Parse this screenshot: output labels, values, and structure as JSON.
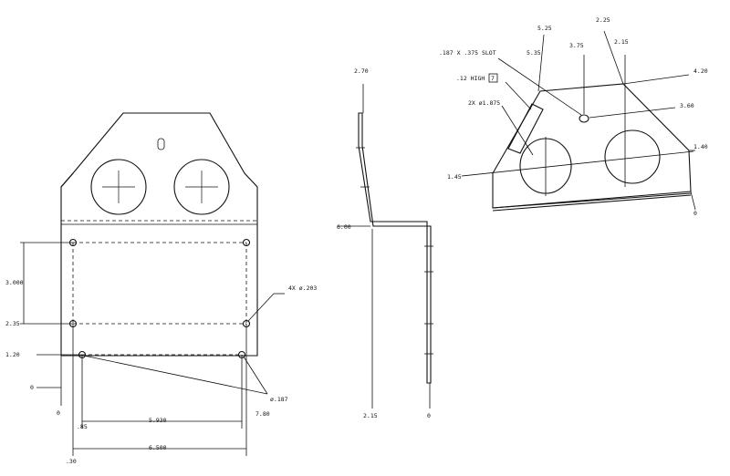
{
  "front_view": {
    "vertical_dims": [
      "3.000",
      "2.35",
      "1.20",
      "0"
    ],
    "horizontal_dims": [
      "0",
      "7.80",
      ".85",
      "5.930",
      "6.500",
      ".30"
    ],
    "callouts": {
      "holes_4x": "4X ø.203",
      "holes_2x": "ø.187"
    }
  },
  "side_view": {
    "dims": [
      "2.70",
      "6.00",
      "2.15",
      "0"
    ]
  },
  "iso_view": {
    "dims_top": [
      "5.25",
      "2.25",
      "3.75",
      "2.15",
      "5.35"
    ],
    "dims_right": [
      "4.20",
      "3.60",
      "1.40",
      "0"
    ],
    "dims_left": [
      "1.45"
    ],
    "callouts": {
      "slot": ".187 X .375 SLOT",
      "high": ".12 HIGH",
      "high_box": "7",
      "holes": "2X ø1.875"
    }
  }
}
